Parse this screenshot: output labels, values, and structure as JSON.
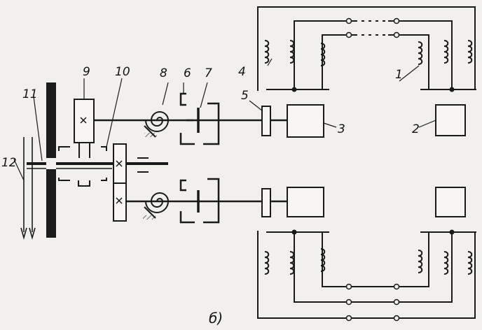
{
  "labels": {
    "l1": "1",
    "l2": "2",
    "l3": "3",
    "l4": "4",
    "l5": "5",
    "l6": "6",
    "l7": "7",
    "l8": "8",
    "l9": "9",
    "l10": "10",
    "l11": "11",
    "l12": "12",
    "caption": "б)"
  }
}
